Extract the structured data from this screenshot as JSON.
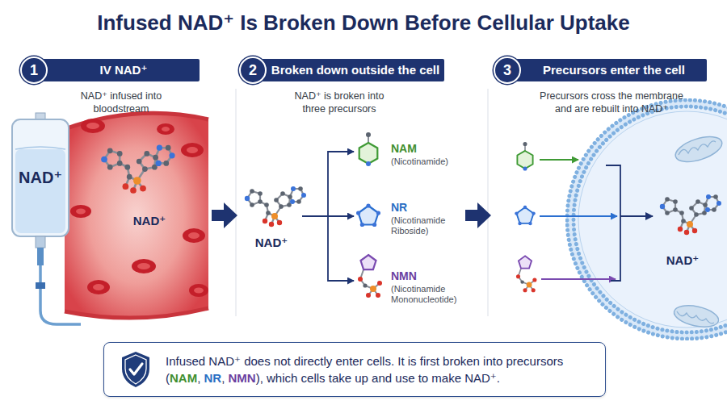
{
  "diagram": {
    "title": "Infused NAD⁺ Is Broken Down Before Cellular Uptake",
    "nodes": [
      {
        "text": [
          "1",
          "IV NAD⁺"
        ]
      },
      {
        "text": [
          "2",
          "Broken down outside the cell"
        ]
      },
      {
        "text": [
          "3",
          "Precursors enter the cell"
        ]
      },
      {
        "text": [
          "NAD⁺"
        ]
      },
      {
        "text": [
          "NAD⁺"
        ]
      },
      {
        "text": [
          "NAM",
          "(Nicotinamide)"
        ]
      },
      {
        "text": [
          "NR",
          "(Nicotinamide Riboside)"
        ]
      },
      {
        "text": [
          "NMN",
          "(Nicotinamide Mononucleotide)"
        ]
      },
      {
        "text": [
          "NAD⁺"
        ]
      },
      {
        "text": [
          "Infused NAD⁺ does not directly enter cells. It is first broken into precursors (NAM, NR, NMN), which cells take up and use to make NAD⁺."
        ]
      }
    ],
    "edges": [
      {
        "from": 4,
        "to": 5,
        "arrow": "to"
      },
      {
        "from": 4,
        "to": 6,
        "arrow": "to"
      },
      {
        "from": 4,
        "to": 7,
        "arrow": "to"
      }
    ],
    "labels": [
      "NAD⁺ infused into bloodstream",
      "NAD⁺ is broken into three precursors",
      "Precursors cross the membrane and are rebuilt into NAD⁺",
      "NAD⁺"
    ]
  }
}
